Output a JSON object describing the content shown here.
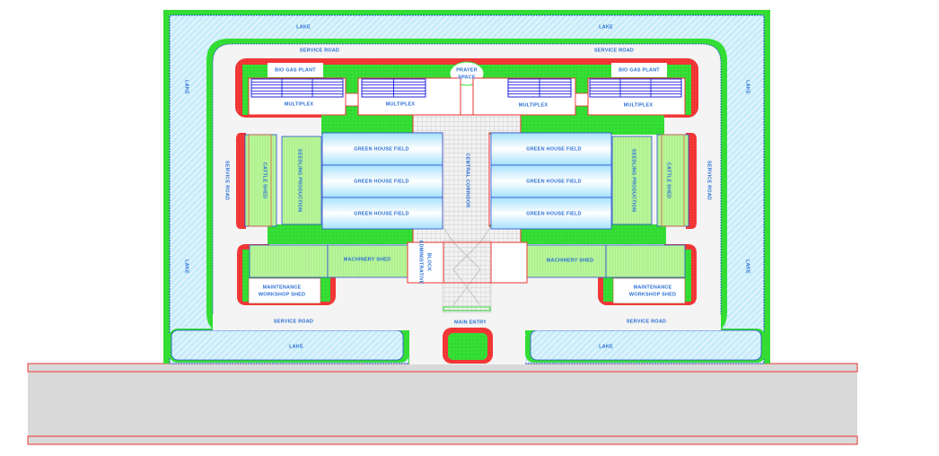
{
  "plan": {
    "colors": {
      "site_border": "#33dd33",
      "lake_fill": "#c9ecfa",
      "lake_hatch": "#ffffff",
      "lake_edge": "#2a4fd6",
      "road": "#f4f4f4",
      "landscape_green": "#33dd33",
      "buffer_red": "#f03030",
      "building_white": "#ffffff",
      "building_outline": "#ee3333",
      "shed_green": "#b8f59a",
      "shed_outline": "#2a4fd6",
      "greenhouse_top": "#ffffff",
      "greenhouse_bottom": "#a6e2fb",
      "corridor_grid": "#bdbdbd",
      "label": "#2a6fd6",
      "main_road": "#d9d9d9",
      "main_road_edge": "#ee3333"
    },
    "lake": {
      "top": "LAKE",
      "top_right": "LAKE",
      "left_top": "LAKE",
      "left_bottom": "LAKE",
      "right_top": "LAKE",
      "right_bottom": "LAKE",
      "bottom_left": "LAKE",
      "bottom_right": "LAKE"
    },
    "service_road": {
      "top_left": "SERVICE ROAD",
      "top_right": "SERVICE ROAD",
      "left": "SERVICE ROAD",
      "right": "SERVICE ROAD",
      "bottom_left": "SERVICE ROAD",
      "bottom_right": "SERVICE ROAD"
    },
    "buildings": {
      "bio_gas_left": "BIO GAS PLANT",
      "bio_gas_right": "BIO GAS PLANT",
      "prayer_space_line1": "PRAYER",
      "prayer_space_line2": "SPACE",
      "multiplex": [
        "MULTIPLEX",
        "MULTIPLEX",
        "MULTIPLEX",
        "MULTIPLEX"
      ],
      "cattle_shed_left": "CATTLE SHED",
      "cattle_shed_right": "CATTLE SHED",
      "seedling_left": "SEEDLING PRODUCTION",
      "seedling_right": "SEEDLING PRODUCTION",
      "greenhouse_left": [
        "GREEN HOUSE FIELD",
        "GREEN HOUSE FIELD",
        "GREEN HOUSE FIELD"
      ],
      "greenhouse_right": [
        "GREEN HOUSE FIELD",
        "GREEN HOUSE FIELD",
        "GREEN HOUSE FIELD"
      ],
      "central_corridor": "CENTRAL CORRIDOR",
      "admin_line1": "ADMINISTRATIVE",
      "admin_line2": "BLOCK",
      "machinery_left": "MACHINERY SHED",
      "machinery_right": "MACHINERY SHED",
      "workshop_left_line1": "MAINTENANCE",
      "workshop_left_line2": "WORKSHOP SHED",
      "workshop_right_line1": "MAINTENANCE",
      "workshop_right_line2": "WORKSHOP SHED",
      "main_entry": "MAIN ENTRY"
    }
  }
}
